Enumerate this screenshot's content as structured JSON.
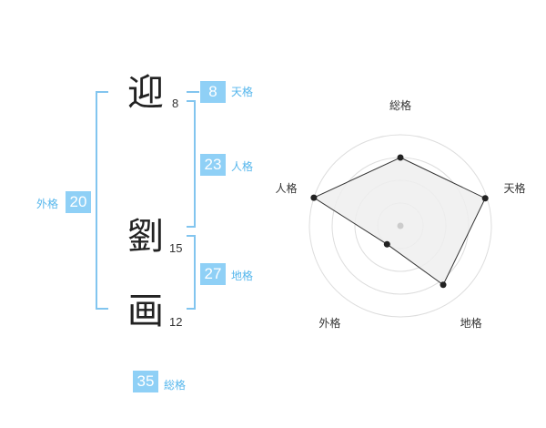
{
  "name": [
    {
      "char": "迎",
      "strokes": "8"
    },
    {
      "char": "劉",
      "strokes": "15"
    },
    {
      "char": "画",
      "strokes": "12"
    }
  ],
  "kakusu": {
    "tenkaku": {
      "value": "8",
      "label": "天格"
    },
    "jinkaku": {
      "value": "23",
      "label": "人格"
    },
    "chikaku": {
      "value": "27",
      "label": "地格"
    },
    "gaikaku": {
      "value": "20",
      "label": "外格"
    },
    "soukaku": {
      "value": "35",
      "label": "総格"
    }
  },
  "chart_data": {
    "type": "radar",
    "axes": [
      "総格",
      "天格",
      "地格",
      "外格",
      "人格"
    ],
    "values": [
      0.75,
      0.98,
      0.8,
      0.25,
      1.0
    ],
    "rings": 4,
    "colors": {
      "fill": "#efefef",
      "stroke": "#333333",
      "grid": "#dddddd",
      "center": "#cccccc"
    }
  },
  "colors": {
    "accent": "#8fd0f6",
    "label": "#55b6ec",
    "bracket": "#82c5ef"
  }
}
